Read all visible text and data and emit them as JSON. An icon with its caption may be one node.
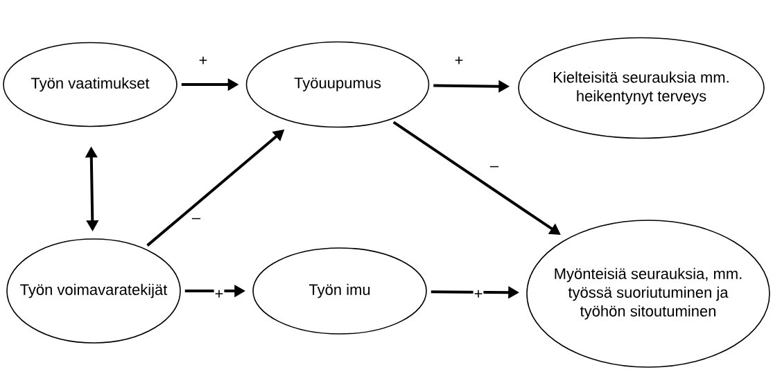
{
  "diagram": {
    "nodes": [
      {
        "text": [
          "Työn vaatimukset"
        ]
      },
      {
        "text": [
          "Työuupumus"
        ]
      },
      {
        "text": [
          "Kielteisitä seurauksia mm. heikentynyt terveys"
        ]
      },
      {
        "text": [
          "Työn voimavaratekijät"
        ]
      },
      {
        "text": [
          "Työn imu"
        ]
      },
      {
        "text": [
          "Myönteisiä seurauksia, mm. työssä suoriutuminen ja työhön sitoutuminen"
        ]
      }
    ],
    "edges": [
      {
        "from": 0,
        "to": 1,
        "arrow": "to",
        "label": "+"
      },
      {
        "from": 1,
        "to": 2,
        "arrow": "to",
        "label": "+"
      },
      {
        "from": 1,
        "to": 5,
        "arrow": "to",
        "label": "–"
      },
      {
        "from": 0,
        "to": 3,
        "arrow": "both"
      },
      {
        "from": 3,
        "to": 1,
        "arrow": "to",
        "label": "–"
      },
      {
        "from": 3,
        "to": 4,
        "arrow": "to",
        "label": "+"
      },
      {
        "from": 4,
        "to": 5,
        "arrow": "to",
        "label": "+"
      }
    ]
  }
}
